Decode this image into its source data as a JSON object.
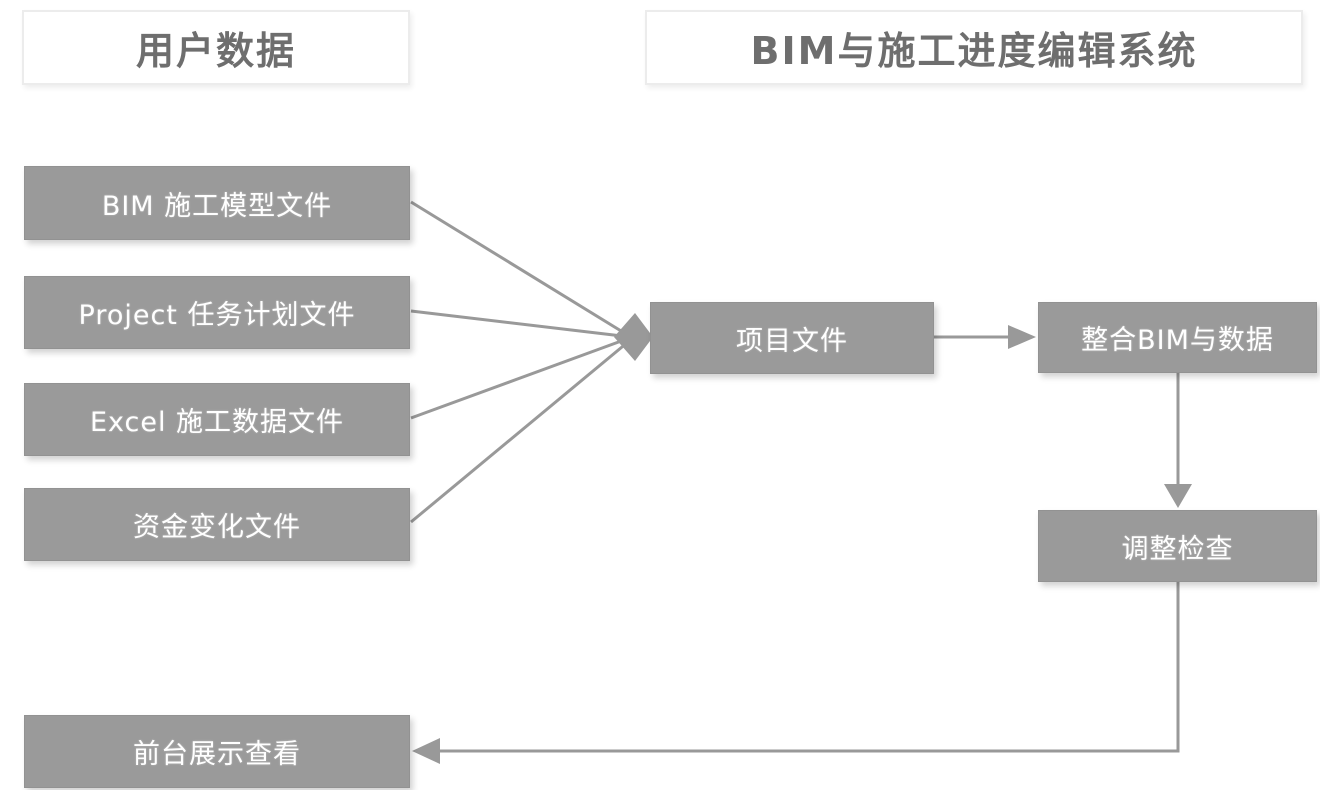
{
  "headers": {
    "left": "用户数据",
    "right": "BIM与施工进度编辑系统"
  },
  "source_nodes": [
    {
      "id": "bim-model-file",
      "label": "BIM 施工模型文件"
    },
    {
      "id": "project-plan-file",
      "label": "Project 任务计划文件"
    },
    {
      "id": "excel-data-file",
      "label": "Excel 施工数据文件"
    },
    {
      "id": "funding-file",
      "label": "资金变化文件"
    }
  ],
  "process_nodes": [
    {
      "id": "project-file",
      "label": "项目文件"
    },
    {
      "id": "integrate",
      "label": "整合BIM与数据"
    },
    {
      "id": "adjust-check",
      "label": "调整检查"
    },
    {
      "id": "frontend-display",
      "label": "前台展示查看"
    }
  ],
  "flow": [
    "BIM 施工模型文件 → 项目文件",
    "Project 任务计划文件 → 项目文件",
    "Excel 施工数据文件 → 项目文件",
    "资金变化文件 → 项目文件",
    "项目文件 → 整合BIM与数据",
    "整合BIM与数据 → 调整检查",
    "调整检查 → 前台展示查看"
  ],
  "colors": {
    "node_fill": "#9a9a9a",
    "node_text": "#ffffff",
    "arrow_line": "#999999",
    "header_text": "#6e6e6e",
    "header_border": "#ececec",
    "background": "#ffffff"
  }
}
